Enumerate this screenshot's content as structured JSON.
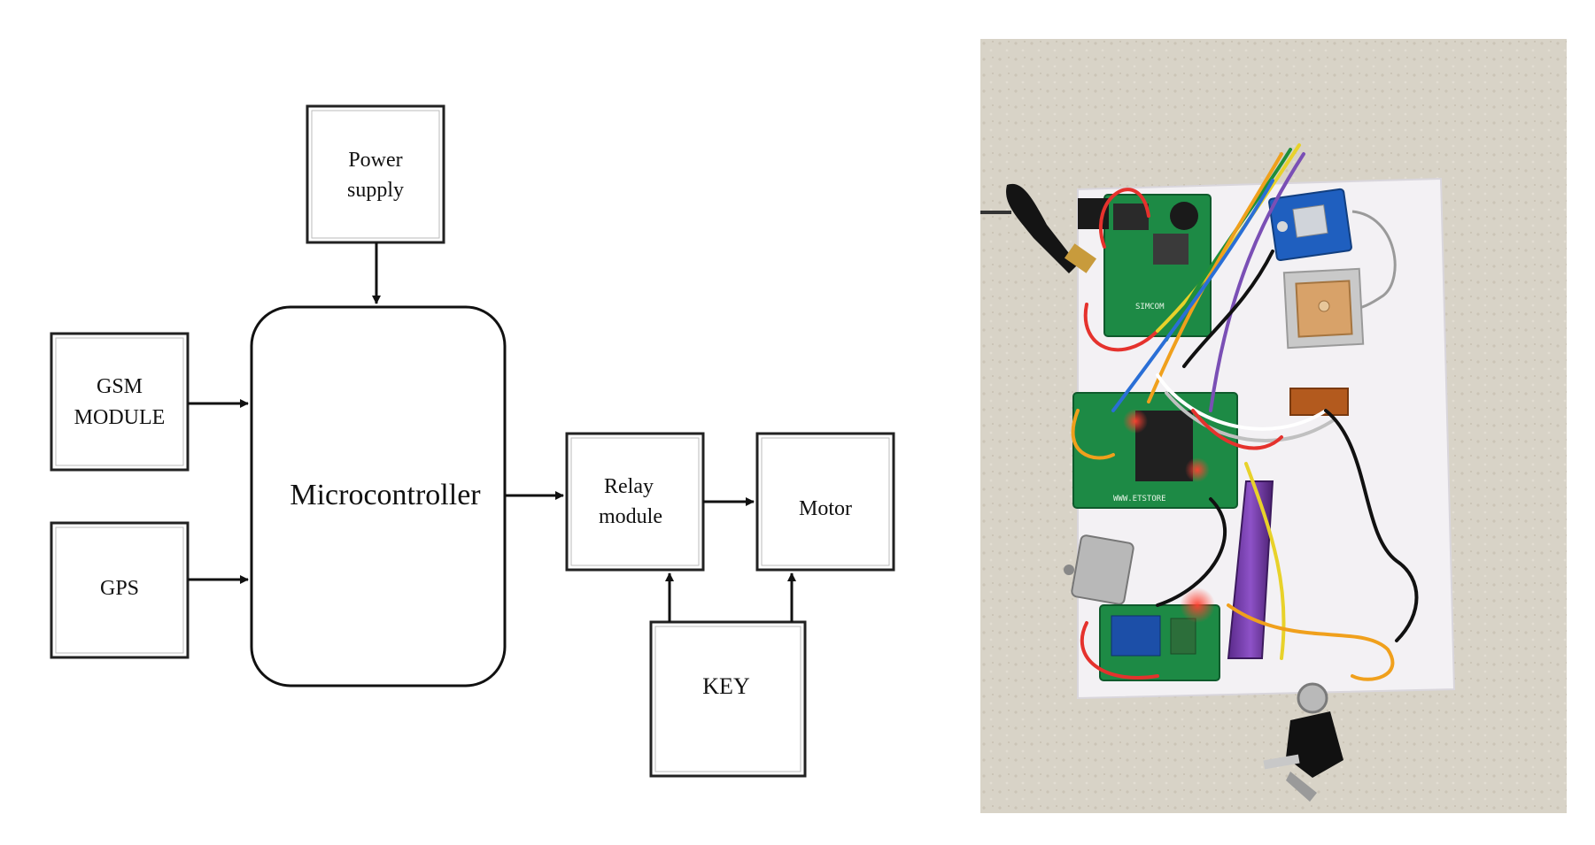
{
  "diagram": {
    "nodes": {
      "power": {
        "line1": "Power",
        "line2": "supply"
      },
      "gsm": {
        "line1": "GSM",
        "line2": "MODULE"
      },
      "gps": {
        "label": "GPS"
      },
      "mcu": {
        "label": "Microcontroller"
      },
      "relay": {
        "line1": "Relay",
        "line2": "module"
      },
      "motor": {
        "label": "Motor"
      },
      "key": {
        "label": "KEY"
      }
    },
    "edges": [
      {
        "from": "power",
        "to": "mcu"
      },
      {
        "from": "gsm",
        "to": "mcu"
      },
      {
        "from": "gps",
        "to": "mcu"
      },
      {
        "from": "mcu",
        "to": "relay"
      },
      {
        "from": "relay",
        "to": "motor"
      },
      {
        "from": "key",
        "to": "relay"
      },
      {
        "from": "key",
        "to": "motor"
      }
    ]
  },
  "photo": {
    "board_text_1": "WWW.ETSTORE",
    "board_text_2": "SIMCOM",
    "wire_colors": [
      "#e5322d",
      "#1f8f3a",
      "#f0a01c",
      "#7a4fb5",
      "#2a6fd6",
      "#e8d22a",
      "#ffffff",
      "#111111",
      "#c0c0c0"
    ],
    "background_color": "#d8d3c7",
    "board_color": "#f3f1f4"
  }
}
